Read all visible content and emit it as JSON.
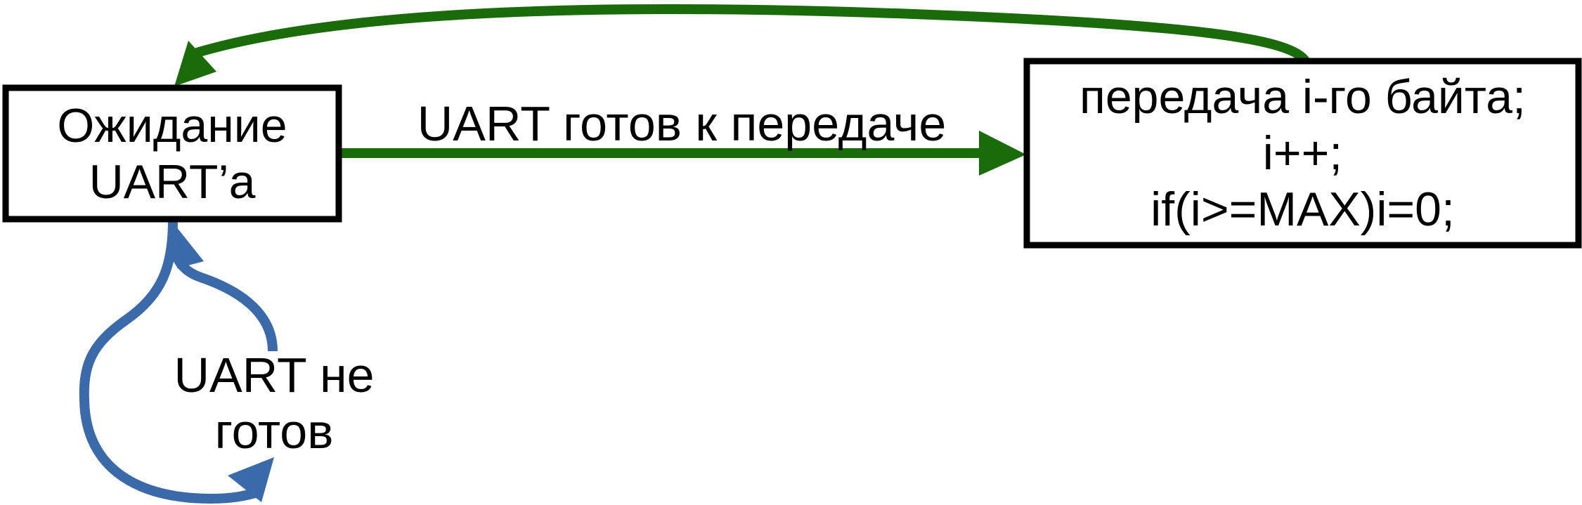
{
  "colors": {
    "box_border": "#000000",
    "box_fill": "#ffffff",
    "transition_arrow": "#1a6b0a",
    "loop_arrow": "#3a6aaa",
    "text": "#000000"
  },
  "states": {
    "waiting": {
      "lines": [
        "Ожидание",
        "UART’а"
      ]
    },
    "transmit": {
      "lines": [
        "передача i-го байта;",
        "i++;",
        "if(i>=MAX)i=0;"
      ]
    }
  },
  "transitions": {
    "ready": {
      "label": "UART готов к передаче"
    },
    "not_ready": {
      "lines": [
        "UART не",
        "готов"
      ]
    },
    "return": {
      "label": ""
    }
  }
}
